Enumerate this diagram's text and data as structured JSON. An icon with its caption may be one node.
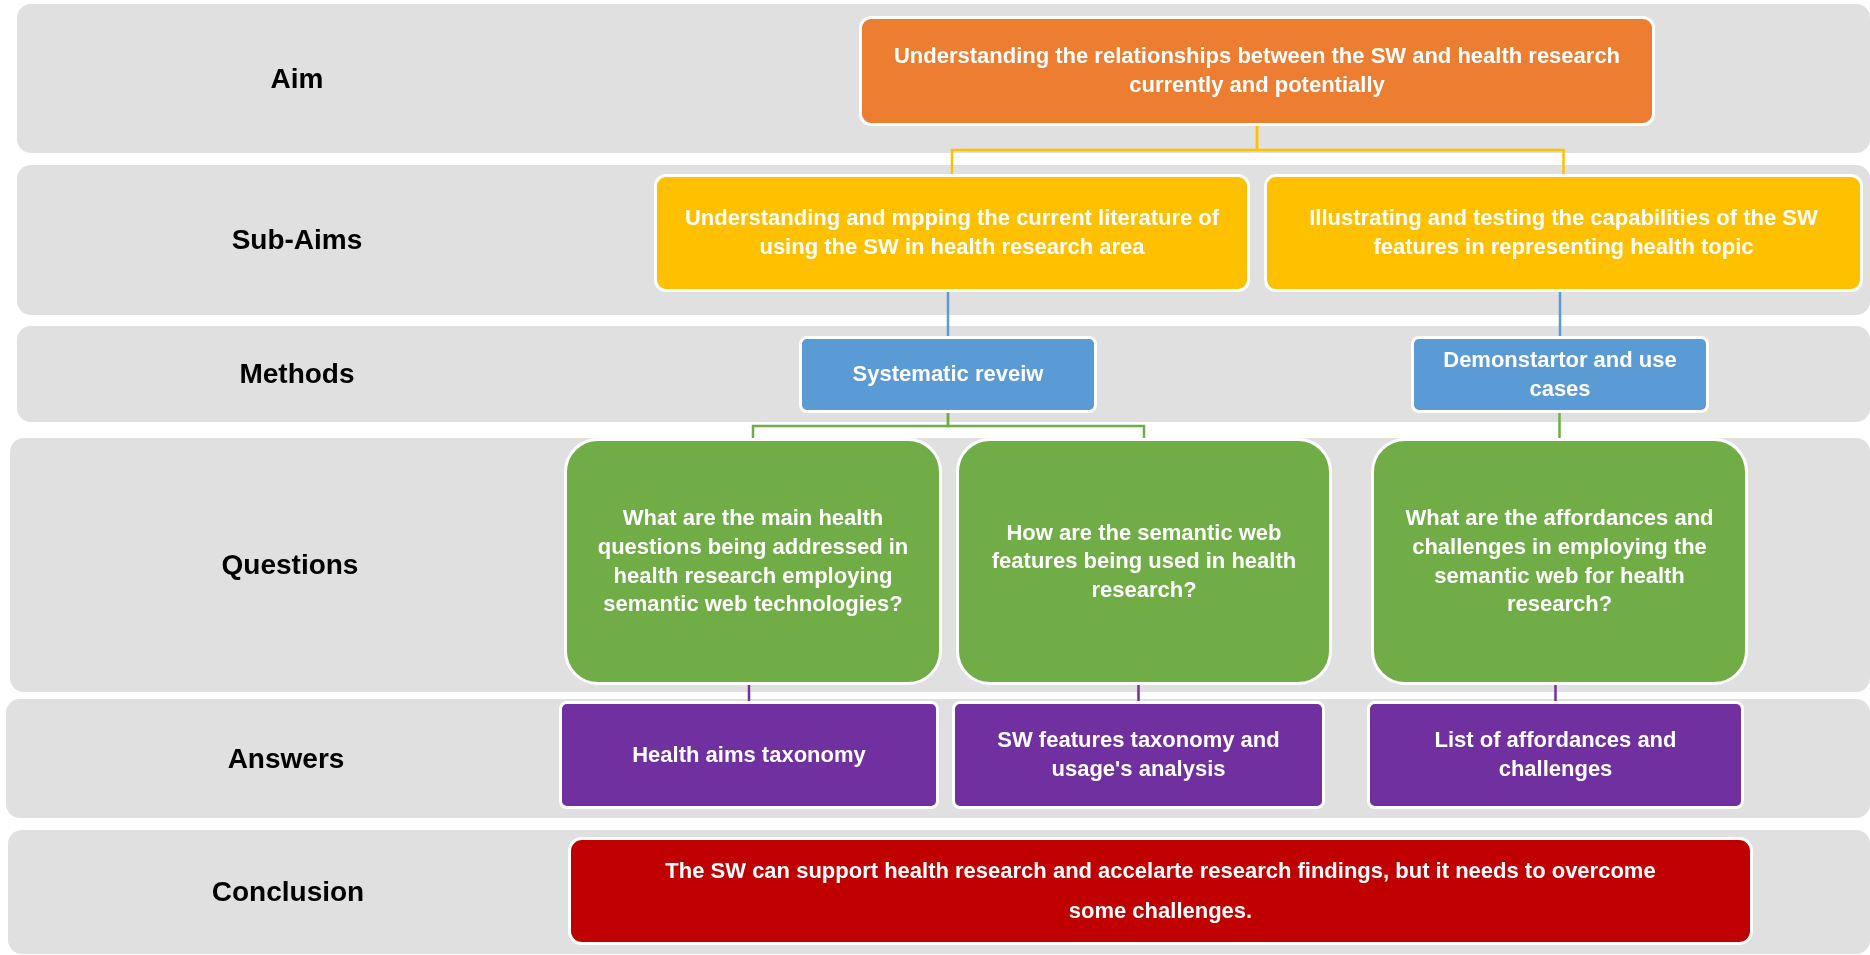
{
  "diagram": {
    "nodes": [
      {
        "text": [
          "Aim"
        ]
      },
      {
        "text": [
          "Understanding the relationships between the SW and health research currently and potentially"
        ],
        "in": 0
      },
      {
        "text": [
          "Sub-Aims"
        ]
      },
      {
        "text": [
          "Understanding and mpping the current literature of using the SW in health research area"
        ],
        "in": 2
      },
      {
        "text": [
          "Illustrating and testing the capabilities of the SW features in representing health topic"
        ],
        "in": 2
      },
      {
        "text": [
          "Methods"
        ]
      },
      {
        "text": [
          "Systematic reveiw"
        ],
        "in": 5
      },
      {
        "text": [
          "Demonstartor and use cases"
        ],
        "in": 5
      },
      {
        "text": [
          "Questions"
        ]
      },
      {
        "text": [
          "What are the main health questions being addressed in health research employing semantic web technologies?"
        ],
        "in": 8
      },
      {
        "text": [
          "How are the semantic web features being used in health research?"
        ],
        "in": 8
      },
      {
        "text": [
          "What are the affordances and challenges in employing the semantic web for health research?"
        ],
        "in": 8
      },
      {
        "text": [
          "Answers"
        ]
      },
      {
        "text": [
          "Health aims taxonomy"
        ],
        "in": 12
      },
      {
        "text": [
          "SW features taxonomy and usage's analysis"
        ],
        "in": 12
      },
      {
        "text": [
          "List of affordances and challenges"
        ],
        "in": 12
      },
      {
        "text": [
          "Conclusion"
        ]
      },
      {
        "text": [
          "The SW can support health research and accelarte research findings, but it needs to overcome some challenges."
        ],
        "in": 16
      }
    ],
    "edges": [
      {
        "from": 1,
        "to": 3,
        "arrow": "none",
        "color": "#ffc000"
      },
      {
        "from": 1,
        "to": 4,
        "arrow": "none",
        "color": "#ffc000"
      },
      {
        "from": 3,
        "to": 6,
        "arrow": "none",
        "color": "#5b9bd5"
      },
      {
        "from": 4,
        "to": 7,
        "arrow": "none",
        "color": "#5b9bd5"
      },
      {
        "from": 6,
        "to": 9,
        "arrow": "none",
        "color": "#70ad47"
      },
      {
        "from": 6,
        "to": 10,
        "arrow": "none",
        "color": "#70ad47"
      },
      {
        "from": 7,
        "to": 11,
        "arrow": "none",
        "color": "#70ad47"
      },
      {
        "from": 9,
        "to": 13,
        "arrow": "none",
        "color": "#7030a0"
      },
      {
        "from": 10,
        "to": 14,
        "arrow": "none",
        "color": "#7030a0"
      },
      {
        "from": 11,
        "to": 15,
        "arrow": "none",
        "color": "#7030a0"
      }
    ]
  }
}
